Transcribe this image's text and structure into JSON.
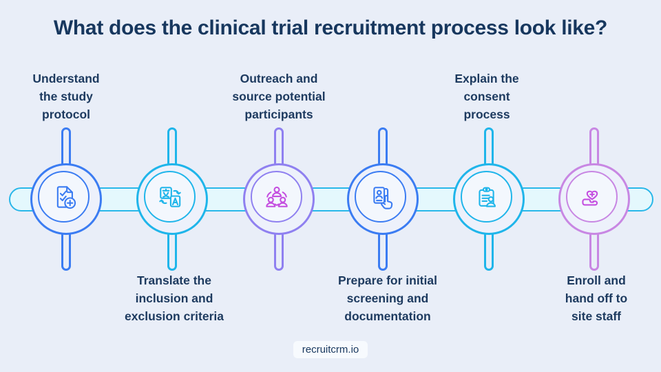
{
  "page": {
    "title": "What does the clinical trial recruitment process look like?",
    "footer": "recruitcrm.io",
    "background_color": "#e9eef8",
    "title_color": "#17375e",
    "label_color": "#1d3a5f"
  },
  "timeline": {
    "band_fill": "#e4f8fd",
    "band_border_color": "#29b7e9"
  },
  "steps": [
    {
      "label": "Understand\nthe study\nprotocol",
      "label_position": "above",
      "icon": "document-check-plus-icon",
      "ring_color": "#3b7cf2",
      "icon_color": "#3b7cf2"
    },
    {
      "label": "Translate the\ninclusion and\nexclusion criteria",
      "label_position": "below",
      "icon": "translate-icon",
      "ring_color": "#1fb5ea",
      "icon_color": "#1fb5ea"
    },
    {
      "label": "Outreach and\nsource potential\nparticipants",
      "label_position": "above",
      "icon": "people-network-icon",
      "ring_color": "#8f80f0",
      "icon_color": "#c44fe0"
    },
    {
      "label": "Prepare for initial\nscreening and\ndocumentation",
      "label_position": "below",
      "icon": "id-card-hand-icon",
      "ring_color": "#3b7cf2",
      "icon_color": "#3b7cf2"
    },
    {
      "label": "Explain the\nconsent\nprocess",
      "label_position": "above",
      "icon": "clipboard-person-icon",
      "ring_color": "#1fb5ea",
      "icon_color": "#1fb5ea"
    },
    {
      "label": "Enroll and\nhand off to\nsite staff",
      "label_position": "below",
      "icon": "hand-heart-icon",
      "ring_color": "#c887e3",
      "icon_color": "#c44fe0"
    }
  ]
}
